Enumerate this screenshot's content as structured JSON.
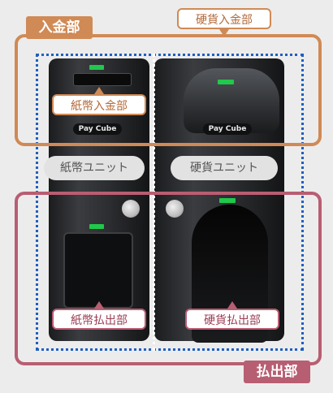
{
  "regions": {
    "deposit_tag": "入金部",
    "dispense_tag": "払出部"
  },
  "callouts": {
    "coin_deposit": "硬貨入金部",
    "bill_deposit": "紙幣入金部",
    "bill_unit": "紙幣ユニット",
    "coin_unit": "硬貨ユニット",
    "bill_dispense": "紙幣払出部",
    "coin_dispense": "硬貨払出部"
  },
  "device": {
    "logo_text": "Pay Cube"
  },
  "colors": {
    "deposit_accent": "#d08a55",
    "dispense_accent": "#b85e72",
    "guide_dotted": "#1e5fc2",
    "led_green": "#20c84b"
  }
}
